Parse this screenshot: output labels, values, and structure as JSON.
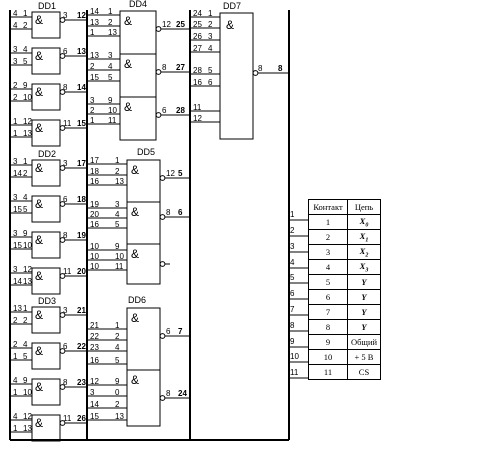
{
  "chips": {
    "dd1": "DD1",
    "dd2": "DD2",
    "dd3": "DD3",
    "dd4": "DD4",
    "dd5": "DD5",
    "dd6": "DD6",
    "dd7": "DD7"
  },
  "and_symbol": "&",
  "left_column": {
    "dd1": [
      {
        "in1": "4",
        "w1": "1",
        "in2": "4",
        "w2": "2",
        "out": "3",
        "wo": "12"
      },
      {
        "in1": "3",
        "w1": "4",
        "in2": "3",
        "w2": "5",
        "out": "6",
        "wo": "13"
      },
      {
        "in1": "2",
        "w1": "9",
        "in2": "2",
        "w2": "10",
        "out": "8",
        "wo": "14"
      },
      {
        "in1": "1",
        "w1": "12",
        "in2": "1",
        "w2": "13",
        "out": "11",
        "wo": "15"
      }
    ],
    "dd2": [
      {
        "in1": "3",
        "w1": "1",
        "in2": "14",
        "w2": "2",
        "out": "3",
        "wo": "17"
      },
      {
        "in1": "3",
        "w1": "4",
        "in2": "15",
        "w2": "5",
        "out": "6",
        "wo": "18"
      },
      {
        "in1": "3",
        "w1": "9",
        "in2": "15",
        "w2": "10",
        "out": "8",
        "wo": "19"
      },
      {
        "in1": "3",
        "w1": "12",
        "in2": "14",
        "w2": "13",
        "out": "11",
        "wo": "20"
      }
    ],
    "dd3": [
      {
        "in1": "13",
        "w1": "1",
        "in2": "2",
        "w2": "2",
        "out": "3",
        "wo": "21"
      },
      {
        "in1": "2",
        "w1": "4",
        "in2": "1",
        "w2": "5",
        "out": "6",
        "wo": "22"
      },
      {
        "in1": "4",
        "w1": "9",
        "in2": "1",
        "w2": "10",
        "out": "8",
        "wo": "23"
      },
      {
        "in1": "4",
        "w1": "12",
        "in2": "1",
        "w2": "13",
        "out": "11",
        "wo": "26"
      }
    ]
  },
  "dd4": {
    "inputs": [
      {
        "w": "14",
        "p": "1"
      },
      {
        "w": "13",
        "p": "2"
      },
      {
        "w": "1",
        "p": "13"
      },
      {
        "w": "13",
        "p": "3"
      },
      {
        "w": "2",
        "p": "4"
      },
      {
        "w": "15",
        "p": "5"
      },
      {
        "w": "3",
        "p": "9"
      },
      {
        "w": "2",
        "p": "10"
      },
      {
        "w": "1",
        "p": "11"
      }
    ],
    "outputs": [
      {
        "p": "12",
        "w": "25"
      },
      {
        "p": "8",
        "w": "27"
      },
      {
        "p": "6",
        "w": "28"
      }
    ]
  },
  "dd5": {
    "inputs": [
      {
        "w": "17",
        "p": "1"
      },
      {
        "w": "18",
        "p": "2"
      },
      {
        "w": "16",
        "p": "13"
      },
      {
        "w": "19",
        "p": "3"
      },
      {
        "w": "20",
        "p": "4"
      },
      {
        "w": "16",
        "p": "5"
      },
      {
        "w": "10",
        "p": "9"
      },
      {
        "w": "10",
        "p": "10"
      },
      {
        "w": "10",
        "p": "11"
      }
    ],
    "outputs": [
      {
        "p": "12",
        "w": "5"
      },
      {
        "p": "8",
        "w": "6"
      }
    ]
  },
  "dd6": {
    "inputs": [
      {
        "w": "21",
        "p": "1"
      },
      {
        "w": "22",
        "p": "2"
      },
      {
        "w": "23",
        "p": "4"
      },
      {
        "w": "16",
        "p": "5"
      },
      {
        "w": "12",
        "p": "9"
      },
      {
        "w": "3",
        "p": "0"
      },
      {
        "w": "14",
        "p": "2"
      },
      {
        "w": "15",
        "p": "13"
      }
    ],
    "outputs": [
      {
        "p": "6",
        "w": "7"
      },
      {
        "p": "8",
        "w": "24"
      }
    ]
  },
  "dd7": {
    "inputs": [
      {
        "w": "24",
        "p": "1"
      },
      {
        "w": "25",
        "p": "2"
      },
      {
        "w": "26",
        "p": "3"
      },
      {
        "w": "27",
        "p": "4"
      },
      {
        "w": "28",
        "p": "5"
      },
      {
        "w": "16",
        "p": "6"
      },
      {
        "w": "11",
        "p": ""
      },
      {
        "w": "12",
        "p": ""
      }
    ],
    "output": {
      "p": "8",
      "w": "8"
    }
  },
  "connector_numbers": [
    "1",
    "2",
    "3",
    "4",
    "5",
    "6",
    "7",
    "8",
    "9",
    "10",
    "11"
  ],
  "table": {
    "headers": [
      "Контакт",
      "Цепь"
    ],
    "rows": [
      {
        "contact": "1",
        "signal": "X0"
      },
      {
        "contact": "2",
        "signal": "X1"
      },
      {
        "contact": "3",
        "signal": "X2"
      },
      {
        "contact": "4",
        "signal": "X3"
      },
      {
        "contact": "5",
        "signal": "Y"
      },
      {
        "contact": "6",
        "signal": "Y"
      },
      {
        "contact": "7",
        "signal": "Y"
      },
      {
        "contact": "8",
        "signal": "Y"
      },
      {
        "contact": "9",
        "signal": "Общий"
      },
      {
        "contact": "10",
        "signal": "+ 5 В"
      },
      {
        "contact": "11",
        "signal": "CS"
      }
    ]
  }
}
